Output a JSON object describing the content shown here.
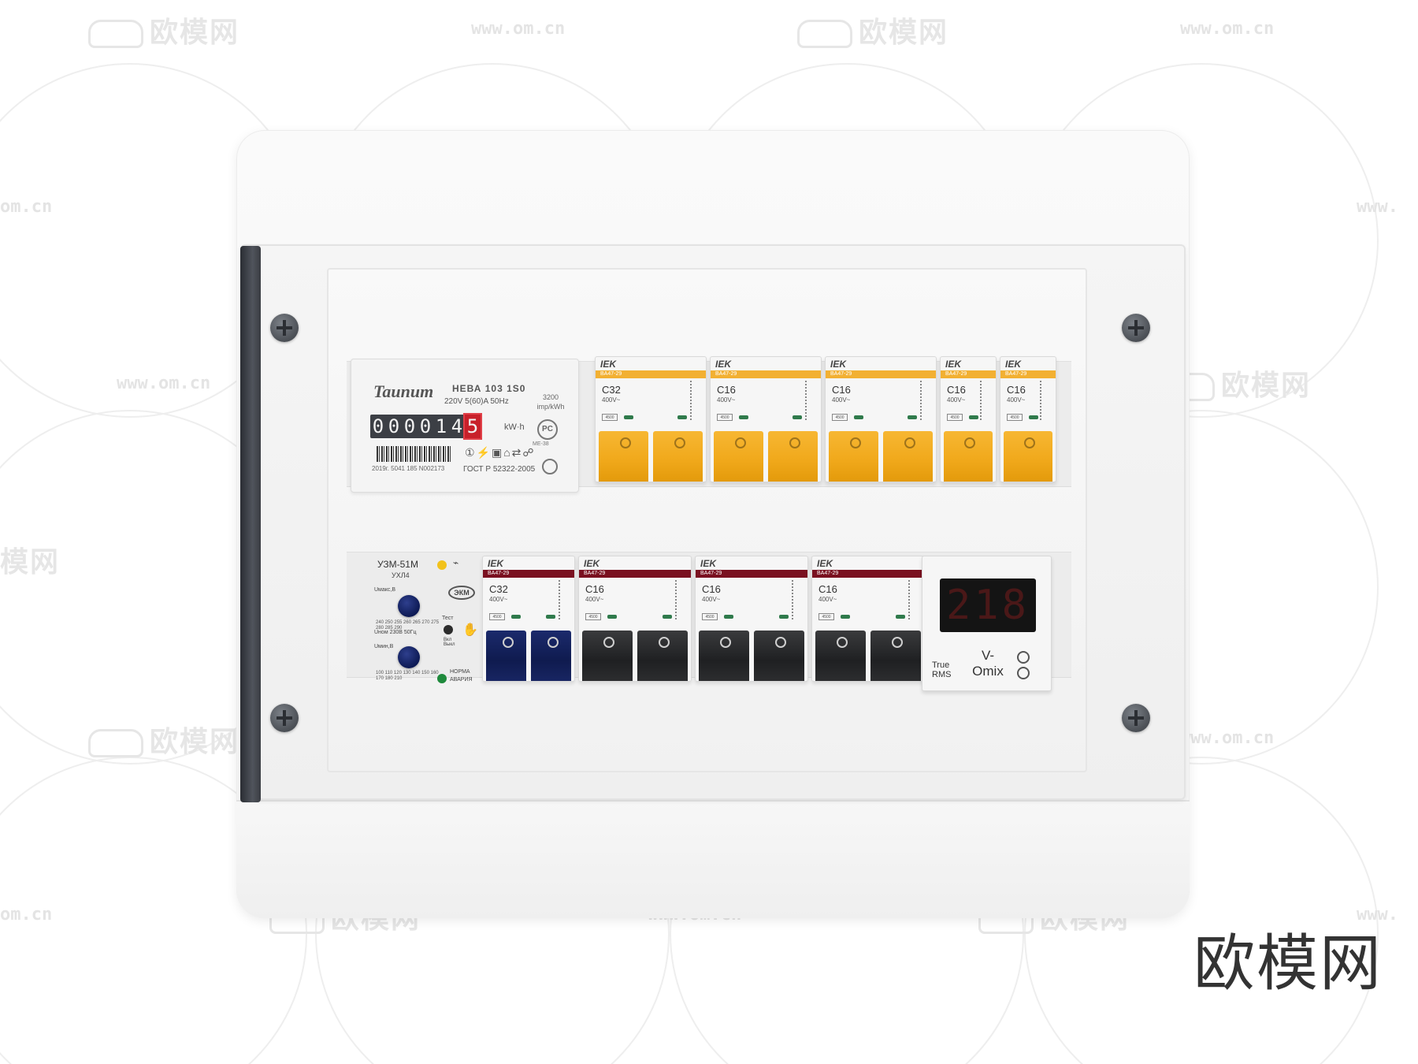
{
  "watermark": {
    "site_name": "欧模网",
    "url": "www.om.cn",
    "url_fragment_left": "om.cn",
    "url_fragment_right": "www.",
    "site_fragment": "模网"
  },
  "meter": {
    "brand": "Taunum",
    "model": "НЕВА 103 1S0",
    "spec": "220V  5(60)A  50Hz",
    "impulses": "3200 imp/kWh",
    "counter_digits": [
      "0",
      "0",
      "0",
      "0",
      "1",
      "4",
      "5"
    ],
    "unit": "kW·h",
    "cert": "PC",
    "cert_sub": "ME-38",
    "symbols": "①⚡▣⌂⇄☍",
    "serial": "2019г. 5041 185 N002173",
    "standard": "ГОСТ Р 52322-2005"
  },
  "top_row_breakers": [
    {
      "brand": "IEK",
      "series": "BA47-29",
      "rating": "C32",
      "voltage": "400V~",
      "code": "4500",
      "poles": 2
    },
    {
      "brand": "IEK",
      "series": "BA47-29",
      "rating": "C16",
      "voltage": "400V~",
      "code": "4500",
      "poles": 2
    },
    {
      "brand": "IEK",
      "series": "BA47-29",
      "rating": "C16",
      "voltage": "400V~",
      "code": "4500",
      "poles": 2
    },
    {
      "brand": "IEK",
      "series": "BA47-29",
      "rating": "C16",
      "voltage": "400V~",
      "code": "4500",
      "poles": 1
    },
    {
      "brand": "IEK",
      "series": "BA47-29",
      "rating": "C16",
      "voltage": "400V~",
      "code": "4500",
      "poles": 1
    }
  ],
  "relay": {
    "title": "УЗМ-51М",
    "subtitle": "УХЛ4",
    "umax_label": "Uмакс,В",
    "umax_scale": "240 250 255 260 265 270 275 280 285 290",
    "nominal": "Uном  230В  50Гц",
    "umin_label": "Uмин,В",
    "umin_scale": "100 110 120 130 140 150 160 170 180 210",
    "test_label": "Тест",
    "onoff_label": "Вкл Выкл",
    "ekm": "ЭКМ",
    "norm_label": "НОРМА",
    "alarm_label": "АВАРИЯ",
    "colors": {
      "yellow_led": "#f2c21b",
      "green_led": "#1f8a3c"
    }
  },
  "bottom_row_breakers": [
    {
      "brand": "IEK",
      "series": "BA47-29",
      "rating": "C32",
      "voltage": "400V~",
      "code": "4500",
      "poles": 2,
      "lever": "navy"
    },
    {
      "brand": "IEK",
      "series": "BA47-29",
      "rating": "C16",
      "voltage": "400V~",
      "code": "4500",
      "poles": 2,
      "lever": "black"
    },
    {
      "brand": "IEK",
      "series": "BA47-29",
      "rating": "C16",
      "voltage": "400V~",
      "code": "4500",
      "poles": 2,
      "lever": "black"
    },
    {
      "brand": "IEK",
      "series": "BA47-29",
      "rating": "C16",
      "voltage": "400V~",
      "code": "4500",
      "poles": 2,
      "lever": "black"
    }
  ],
  "voltmeter": {
    "reading": "218",
    "true_rms": "True RMS",
    "brand_line1": "V-",
    "brand_line2": "Omix"
  },
  "colors": {
    "top_band": "#f2b032",
    "bottom_band": "#7a1020",
    "lever_yellow": "#f0a81a",
    "lever_black": "#1f2022",
    "lever_navy": "#0f1b4f"
  },
  "corner_brand": "欧模网"
}
